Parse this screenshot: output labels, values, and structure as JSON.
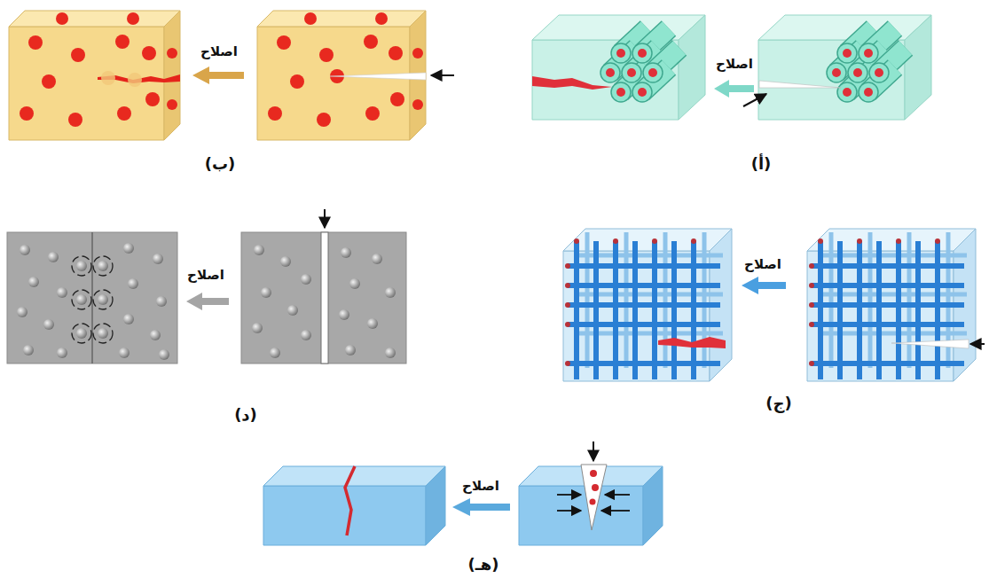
{
  "diagram": {
    "labels": [
      "اصلاح",
      "(أ)",
      "اصلاح",
      "(ب)",
      "اصلاح",
      "(ج)",
      "اصلاح",
      "(د)",
      "اصلاح",
      "(هـ)"
    ]
  }
}
